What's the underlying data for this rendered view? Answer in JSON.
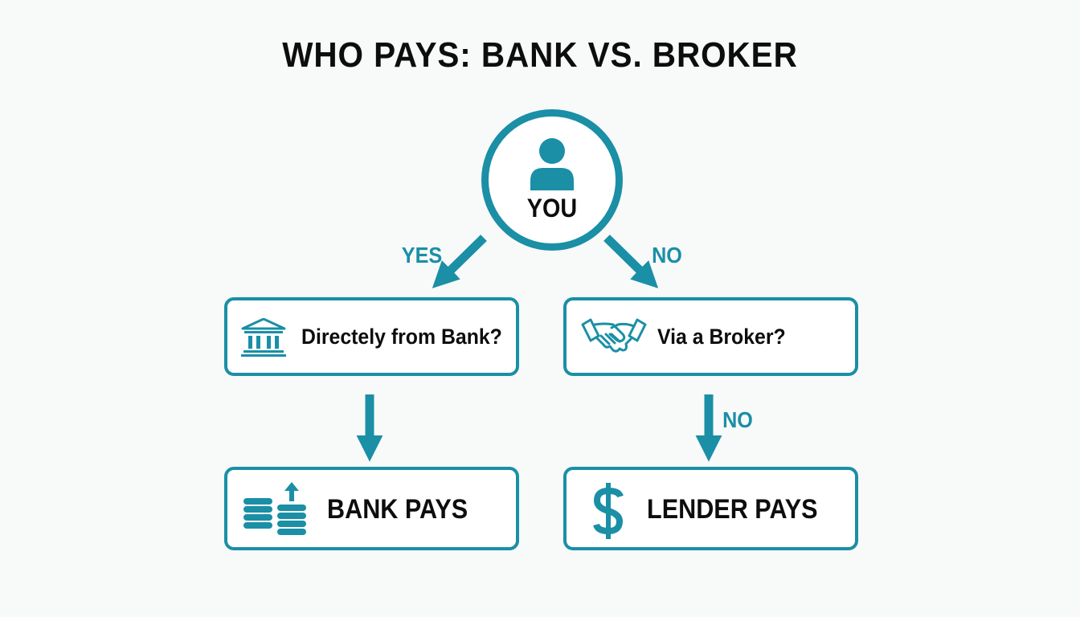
{
  "title": "WHO PAYS: BANK VS. BROKER",
  "start": {
    "label": "YOU",
    "icon": "person-icon"
  },
  "edges": {
    "yes_label": "YES",
    "no_label_top": "NO",
    "no_label_right": "NO"
  },
  "questions": {
    "bank": {
      "label": "Directely from Bank?",
      "icon": "bank-building-icon"
    },
    "broker": {
      "label": "Via a Broker?",
      "icon": "handshake-icon"
    }
  },
  "results": {
    "bank": {
      "label": "BANK PAYS",
      "icon": "coin-stacks-icon"
    },
    "lender": {
      "label": "LENDER PAYS",
      "icon": "dollar-sign-icon"
    }
  },
  "colors": {
    "accent": "#1a8fa6",
    "text": "#0d0d0d",
    "background": "#f8f9f9"
  }
}
